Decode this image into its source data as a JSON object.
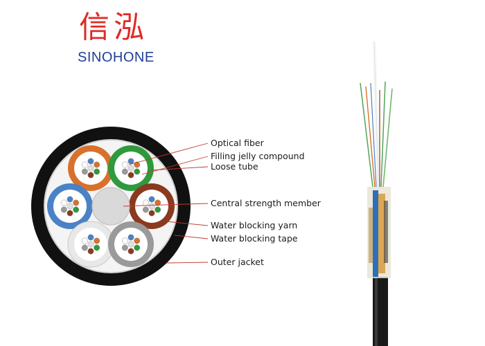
{
  "logo": {
    "cjk_text": "信泓",
    "name": "SINOHONE"
  },
  "labels": [
    "Optical fiber",
    "Filling jelly compound",
    "Loose tube",
    "Central strength member",
    "Water blocking yarn",
    "Water blocking tape",
    "Outer jacket"
  ],
  "colors": {
    "outer_jacket": "#111111",
    "tube_orange": "#d8712b",
    "tube_green": "#2f9a3c",
    "tube_blue": "#4a82c6",
    "tube_brown": "#8a3a1e",
    "tube_grey": "#9a9a9a",
    "tube_natural": "#e8e8e8",
    "leader_line": "#c0392b",
    "logo_red": "#e02a26",
    "logo_blue": "#1f3f96"
  }
}
